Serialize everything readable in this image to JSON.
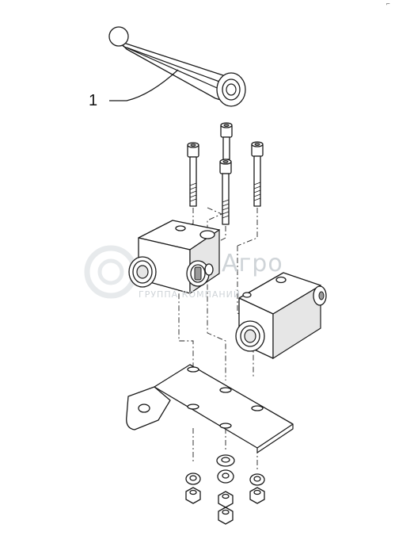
{
  "diagram": {
    "callouts": [
      {
        "id": "1",
        "label": "1"
      }
    ],
    "corner_mark": "⌐",
    "watermark": {
      "text": "Агро",
      "subtext": "ГРУППА КОМПАНИЙ"
    }
  }
}
